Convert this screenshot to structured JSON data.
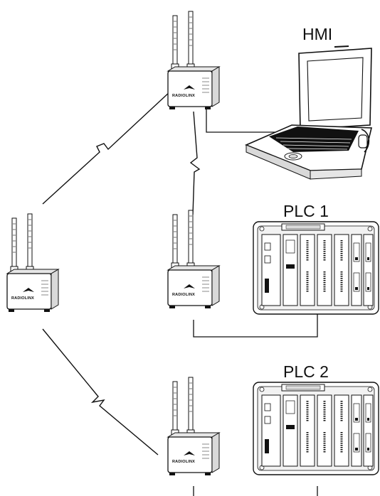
{
  "labels": {
    "hmi": "HMI",
    "plc1": "PLC 1",
    "plc2": "PLC 2"
  },
  "radio_brand": "RADIOLINX",
  "icons": [
    "antenna-icon",
    "radio-modem-icon",
    "laptop-icon",
    "plc-rack-icon",
    "wireless-link-icon"
  ],
  "colors": {
    "ink": "#111111",
    "paper": "#ffffff",
    "shade": "#d9d9d9"
  }
}
